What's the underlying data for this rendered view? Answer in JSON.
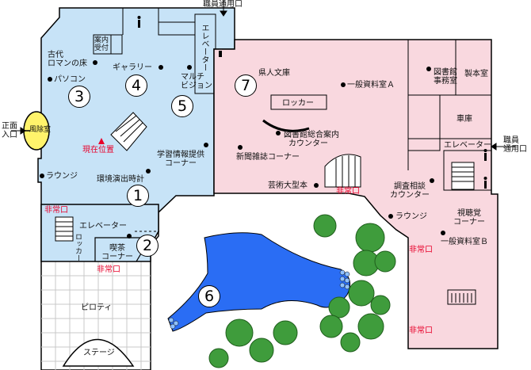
{
  "colors": {
    "blue_zone": "#c7e3f7",
    "pink_zone": "#f9d8df",
    "water": "#2a6df4",
    "tree": "#3f9c3c",
    "emergency": "#e8002a",
    "entrance_yellow": "#fff36b"
  },
  "labels": {
    "staff_entrance_top": "職員通用口",
    "staff_entrance_right_1": "職員",
    "staff_entrance_right_2": "通用口",
    "main_entrance_1": "正面",
    "main_entrance_2": "入口",
    "windbreak": "風除室",
    "info_desk_1": "案内",
    "info_desk_2": "受付",
    "ancient_rome_1": "古代",
    "ancient_rome_2": "ロマンの床",
    "gallery": "ギャラリー",
    "pc": "パソコン",
    "multivision_1": "マルチ",
    "multivision_2": "ビジョン",
    "elevator_top": "エレベーター",
    "you_are_here": "現在位置",
    "learning_info_1": "学習情報提供",
    "learning_info_2": "コーナー",
    "env_clock": "環境演出時計",
    "lounge_left": "ラウンジ",
    "exit_left": "非常口",
    "elevator_bottom": "エレベーター",
    "locker_left": "ロッカー",
    "tea_1": "喫茶",
    "tea_2": "コーナー",
    "exit_tea": "非常口",
    "piloti": "ピロティ",
    "stage": "ステージ",
    "prefectural_books": "県人文庫",
    "general_a": "一般資料室Ａ",
    "library_office_1": "図書館",
    "library_office_2": "事務室",
    "bindery": "製本室",
    "garage": "車庫",
    "locker_right": "ロッカー",
    "general_counter_1": "図書館総合案内",
    "general_counter_2": "カウンター",
    "magazines": "新聞雑誌コーナー",
    "elevator_right": "エレベーター",
    "art_books": "芸術大型本",
    "exit_mid": "非常口",
    "consult_1": "調査相談",
    "consult_2": "カウンター",
    "lounge_right": "ラウンジ",
    "av_1": "視聴覚",
    "av_2": "コーナー",
    "general_b": "一般資料室Ｂ",
    "exit_right_1": "非常口",
    "exit_right_2": "非常口"
  },
  "numbers": [
    "1",
    "2",
    "3",
    "4",
    "5",
    "6",
    "7"
  ]
}
